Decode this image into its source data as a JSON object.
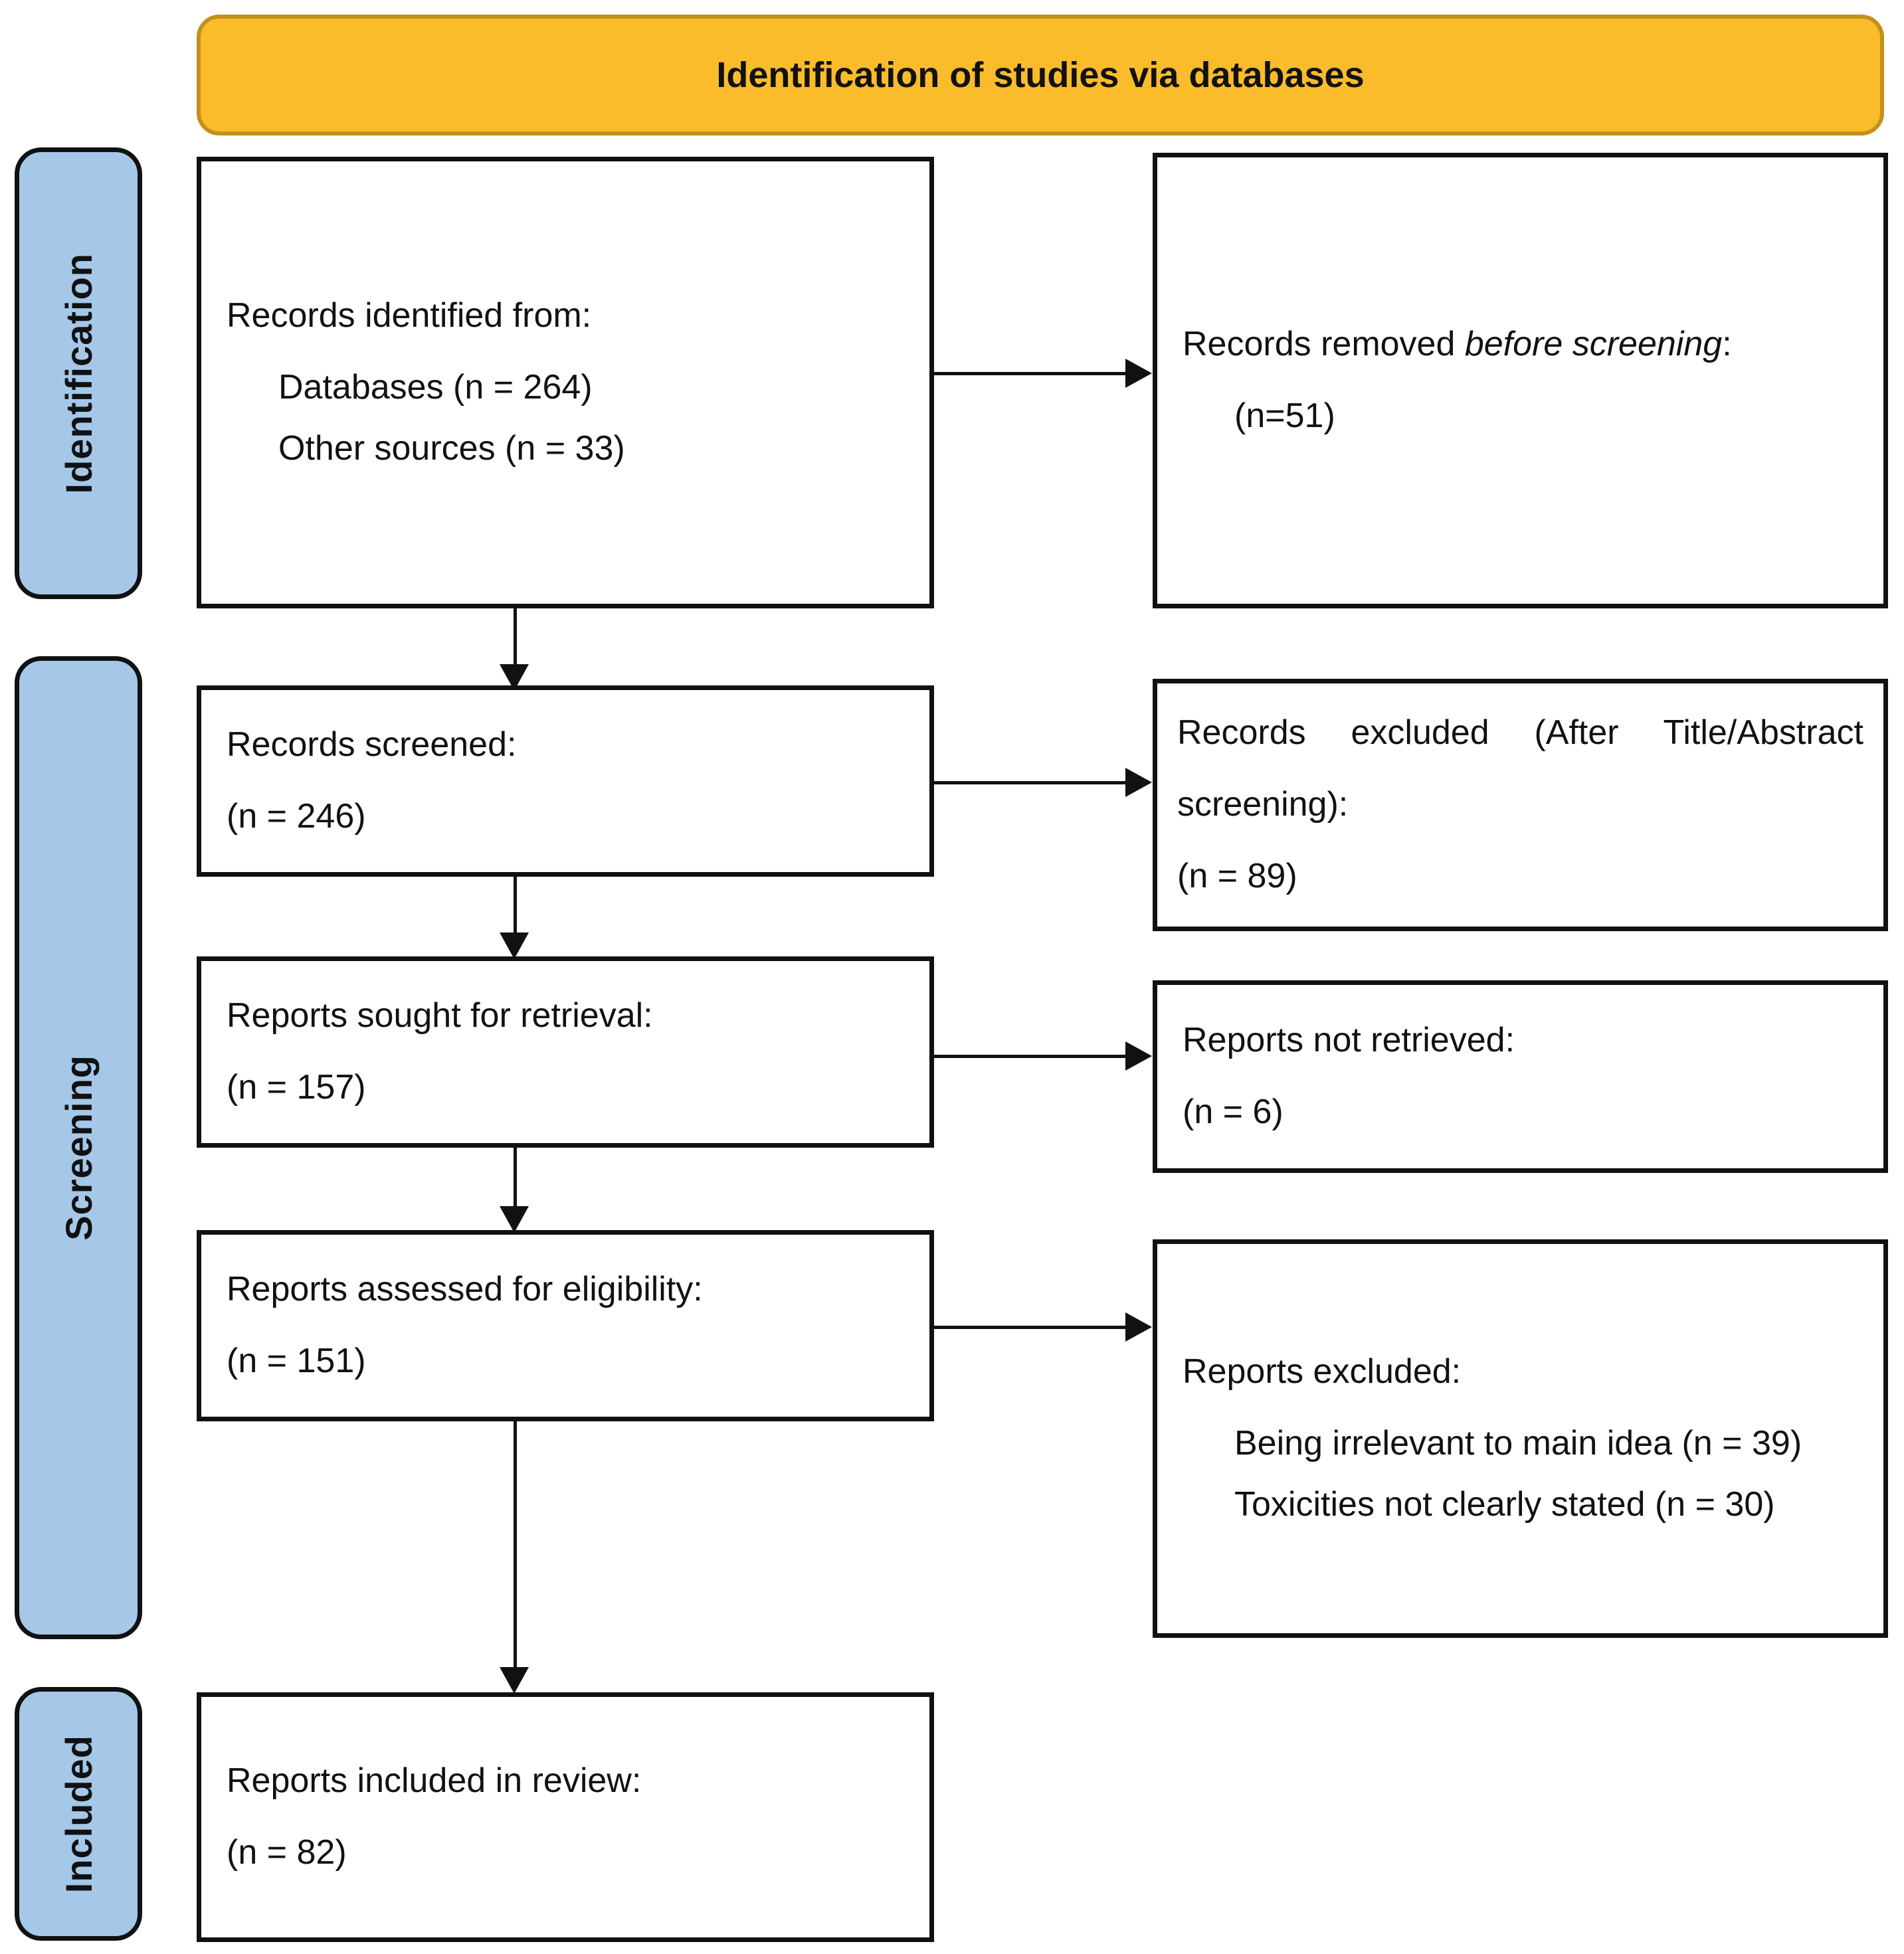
{
  "banner": {
    "title": "Identification of studies via databases"
  },
  "stages": [
    {
      "key": "identification",
      "label": "Identification"
    },
    {
      "key": "screening",
      "label": "Screening"
    },
    {
      "key": "included",
      "label": "Included"
    }
  ],
  "flow": {
    "identified": {
      "heading": "Records identified from:",
      "items": [
        "Databases (n = 264)",
        "Other sources (n = 33)"
      ]
    },
    "removed": {
      "heading_prefix": "Records removed ",
      "heading_italic": "before screening",
      "heading_suffix": ":",
      "count": "(n=51)"
    },
    "screened": {
      "heading": "Records screened:",
      "count": "(n = 246)"
    },
    "excluded_screening": {
      "line1": "Records excluded (After Title/Abstract",
      "line2": "screening):",
      "count": "(n = 89)"
    },
    "sought": {
      "heading": "Reports sought for retrieval:",
      "count": "(n = 157)"
    },
    "not_retrieved": {
      "heading": "Reports not retrieved:",
      "count": "(n = 6)"
    },
    "assessed": {
      "heading": "Reports assessed for eligibility:",
      "count": "(n = 151)"
    },
    "excluded_reports": {
      "heading": "Reports excluded:",
      "items": [
        "Being irrelevant to main idea  (n = 39)",
        "Toxicities not clearly stated (n = 30)"
      ]
    },
    "included": {
      "heading": "Reports included in review:",
      "count": "(n = 82)"
    }
  },
  "colors": {
    "banner_fill": "#fabc2a",
    "banner_border": "#c4901d",
    "stage_fill": "#a5c8e8",
    "line": "#111111",
    "box_fill": "#ffffff"
  }
}
